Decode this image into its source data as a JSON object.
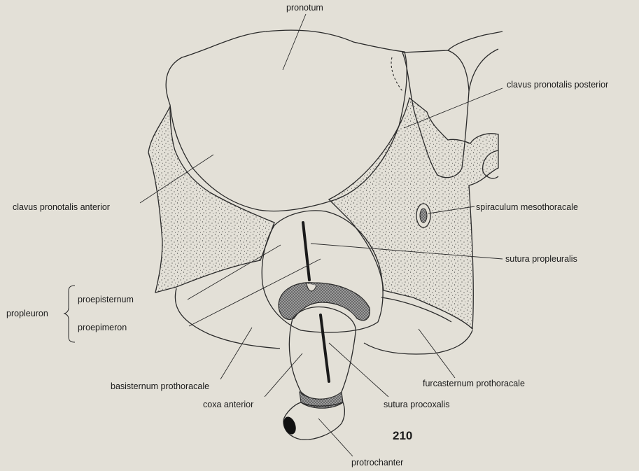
{
  "figure_number": "210",
  "labels": {
    "pronotum": "pronotum",
    "clavus_pronotalis_posterior": "clavus pronotalis posterior",
    "clavus_pronotalis_anterior": "clavus pronotalis anterior",
    "spiraculum_mesothoracale": "spiraculum mesothoracale",
    "sutura_propleuralis": "sutura propleuralis",
    "proepisternum": "proepisternum",
    "propleuron": "propleuron",
    "proepimeron": "proepimeron",
    "basisternum_prothoracale": "basisternum prothoracale",
    "furcasternum_prothoracale": "furcasternum prothoracale",
    "coxa_anterior": "coxa anterior",
    "sutura_procoxalis": "sutura procoxalis",
    "protrochanter": "protrochanter"
  }
}
